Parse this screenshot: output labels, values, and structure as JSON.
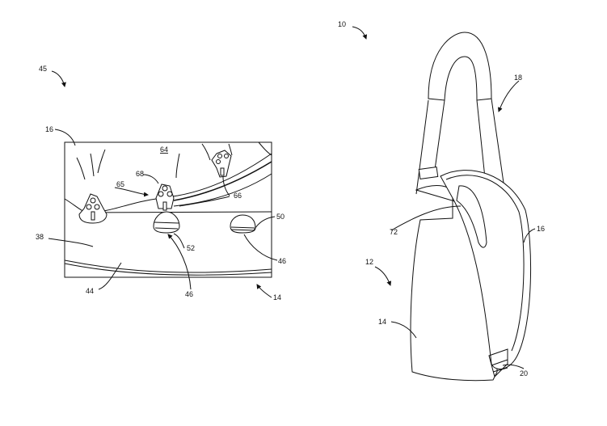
{
  "figure": {
    "labels": {
      "ref_10": "10",
      "ref_45": "45",
      "ref_18": "18",
      "ref_16_inset": "16",
      "ref_64": "64",
      "ref_68": "68",
      "ref_65": "65",
      "ref_66": "66",
      "ref_50": "50",
      "ref_38": "38",
      "ref_52": "52",
      "ref_46_right": "46",
      "ref_46_bottom": "46",
      "ref_44": "44",
      "ref_14_inset": "14",
      "ref_72": "72",
      "ref_16_bag": "16",
      "ref_12": "12",
      "ref_14_bag": "14",
      "ref_20": "20"
    }
  }
}
